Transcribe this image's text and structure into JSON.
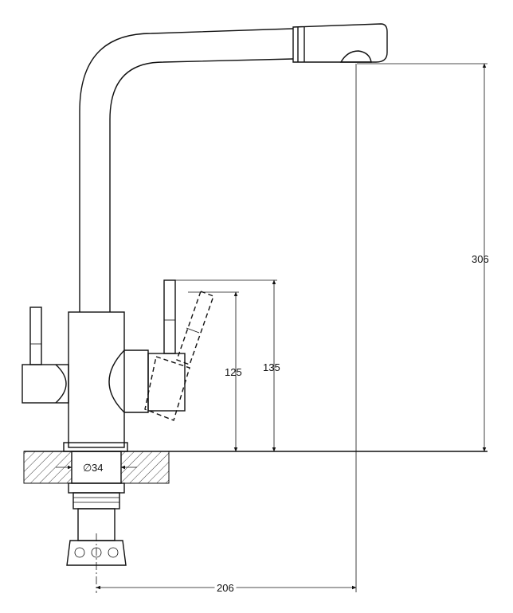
{
  "dimensions": {
    "overall_height": "306",
    "lever_height": "135",
    "lever_height_dashed": "125",
    "spout_reach": "206",
    "mount_hole": "34",
    "mount_hole_symbol": "∅"
  }
}
